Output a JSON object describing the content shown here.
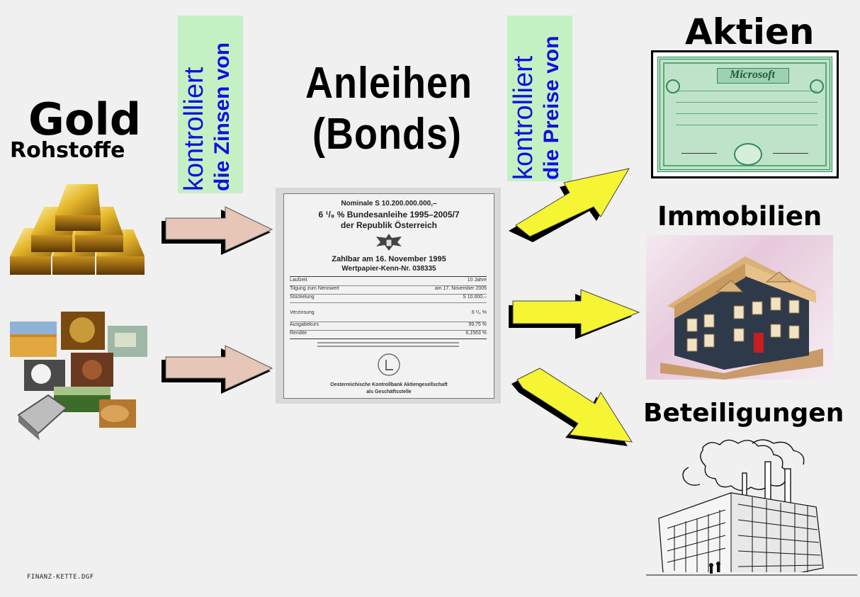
{
  "left": {
    "gold_title": "Gold",
    "rohstoffe_title": "Rohstoffe"
  },
  "center": {
    "anleihen_title": "Anleihen",
    "bonds_title": "(Bonds)"
  },
  "banners": {
    "left_line1": "kontrolliert",
    "left_line2": "die Zinsen von",
    "right_line1": "kontrolliert",
    "right_line2": "die Preise von"
  },
  "right": {
    "aktien_title": "Aktien",
    "immobilien_title": "Immobilien",
    "beteiligungen_title": "Beteiligungen"
  },
  "certificate": {
    "brand": "Microsoft"
  },
  "bond": {
    "line1": "Nominale S 10.200.000.000,–",
    "line2": "6 ¹/₈ % Bundesanleihe 1995–2005/7",
    "line3": "der Republik Österreich",
    "line4": "Zahlbar am 16. November 1995",
    "line5": "Wertpapier-Kenn-Nr. 038335",
    "rows": [
      {
        "label": "Laufzeit",
        "value": "10 Jahre"
      },
      {
        "label": "Tilgung zum Nennwert",
        "value": "am 17. November 2005"
      },
      {
        "label": "Stückelung",
        "value": "S 10.000,–"
      },
      {
        "label": "Verzinsung",
        "value": "6 ¹/₈ %"
      },
      {
        "label": "Ausgabekurs",
        "value": "99,75 %"
      },
      {
        "label": "Rendite",
        "value": "6,1563 %"
      }
    ],
    "footer1": "Oesterreichische Kontrollbank Aktiengesellschaft",
    "footer2": "als Geschäftsstelle"
  },
  "footer": {
    "filename": "FINANZ-KETTE.DGF"
  },
  "colors": {
    "background": "#f0f0f0",
    "banner_bg": "#c4f1c4",
    "banner_text": "#1010e0",
    "arrow_left_fill": "#e8c8b8",
    "arrow_right_fill": "#f5f533",
    "certificate_green": "#2e8b57"
  }
}
